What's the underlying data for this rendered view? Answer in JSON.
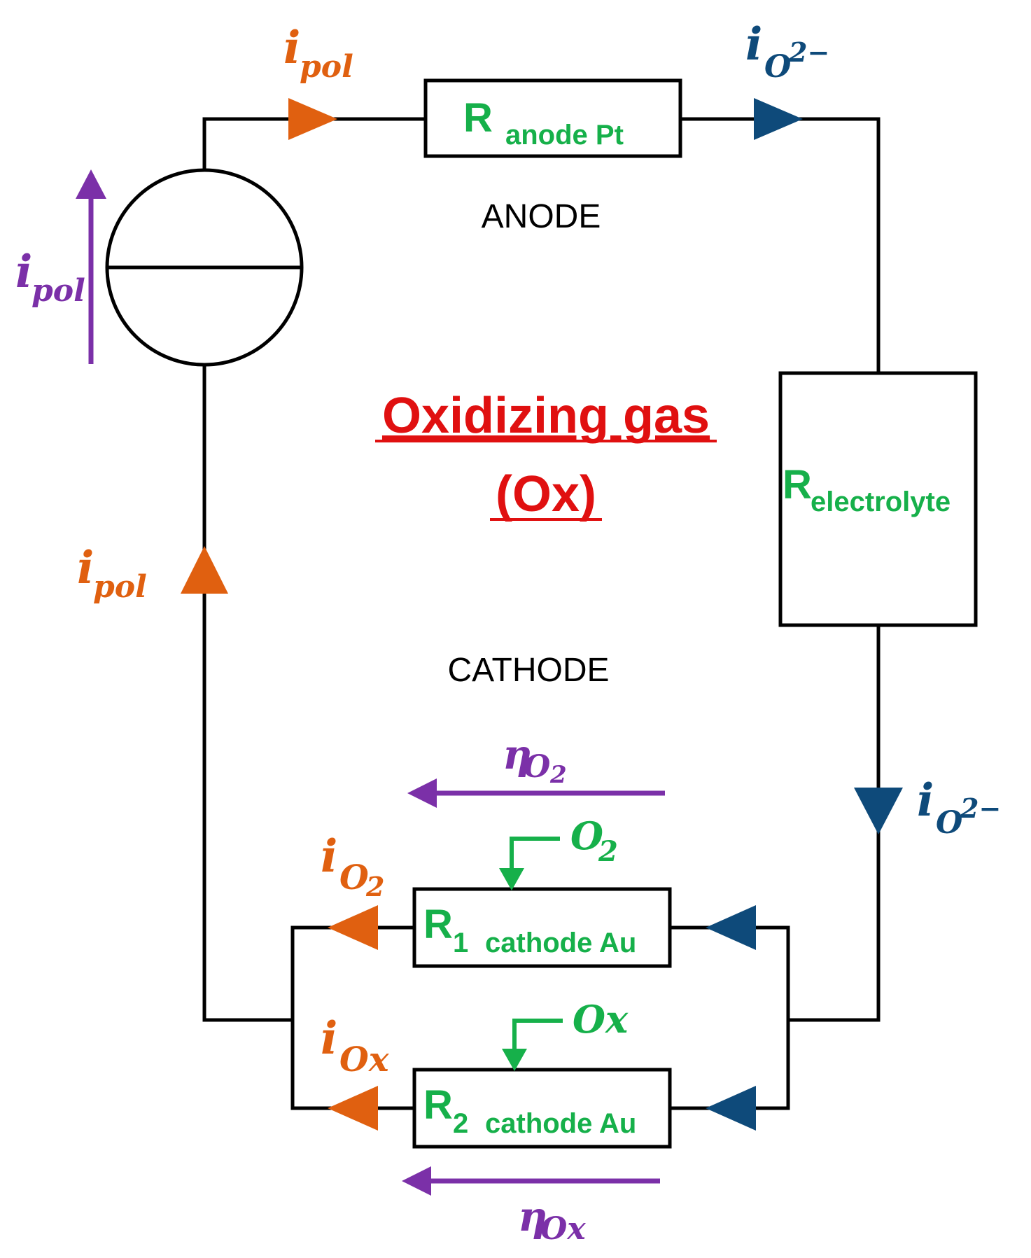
{
  "colors": {
    "wire": "#000000",
    "orange": "#E06010",
    "navy": "#0E4A7A",
    "green": "#16B04A",
    "purple": "#7B30A8",
    "red": "#E01010"
  },
  "labels": {
    "anode": "ANODE",
    "cathode": "CATHODE",
    "gas_line1": "Oxidizing gas",
    "gas_line2": "(Ox)"
  },
  "resistors": {
    "anode": {
      "main": "R",
      "sub": "anode Pt"
    },
    "electrolyte": {
      "main": "R",
      "sub": "electrolyte"
    },
    "r1": {
      "main": "R",
      "sub_num": "1",
      "sub": "cathode Au"
    },
    "r2": {
      "main": "R",
      "sub_num": "2",
      "sub": "cathode Au"
    }
  },
  "currents": {
    "ipol": {
      "main": "i",
      "sub": "pol"
    },
    "io2minus": {
      "main": "i",
      "sub": "O",
      "sup": "2−"
    },
    "io2": {
      "main": "i",
      "sub": "O",
      "subsub": "2"
    },
    "iox": {
      "main": "i",
      "sub": "Ox"
    }
  },
  "overpotentials": {
    "eta_o2": {
      "main": "η",
      "sub": "O",
      "subsub": "2"
    },
    "eta_ox": {
      "main": "η",
      "sub": "Ox"
    }
  },
  "species": {
    "o2": {
      "main": "O",
      "sub": "2"
    },
    "ox": "Ox"
  }
}
